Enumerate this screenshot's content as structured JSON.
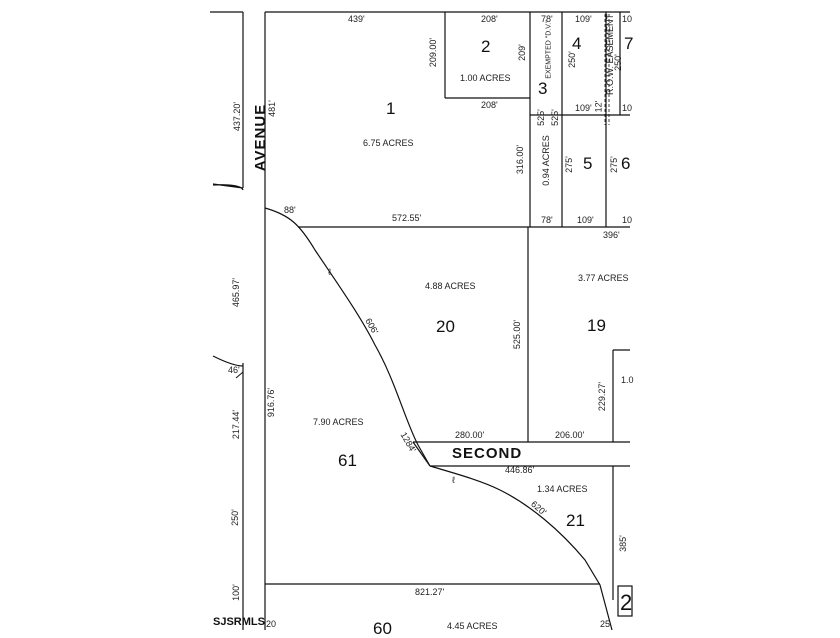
{
  "roads": {
    "avenue": "AVENUE",
    "second": "SECOND"
  },
  "lots": [
    {
      "id": "1",
      "acres": "6.75 ACRES"
    },
    {
      "id": "2",
      "acres": "1.00 ACRES"
    },
    {
      "id": "3",
      "acres": ""
    },
    {
      "id": "4",
      "acres": ""
    },
    {
      "id": "5",
      "acres": "0.94 ACRES"
    },
    {
      "id": "6",
      "acres": ""
    },
    {
      "id": "7",
      "acres": ""
    },
    {
      "id": "19",
      "acres": "3.77 ACRES"
    },
    {
      "id": "20",
      "acres": "4.88 ACRES"
    },
    {
      "id": "21",
      "acres": "1.34 ACRES"
    },
    {
      "id": "61",
      "acres": "7.90 ACRES"
    },
    {
      "id": "60",
      "acres": "4.45 ACRES"
    },
    {
      "id": "2",
      "acres": ""
    }
  ],
  "dimensions": {
    "d439": "439'",
    "d208a": "208'",
    "d78a": "78'",
    "d109a": "109'",
    "d10a": "10",
    "d209a": "209.00'",
    "d209b": "209'",
    "d250a": "250'",
    "d250b": "250'",
    "d208b": "208'",
    "d525a": "525'",
    "d525b": "525'",
    "d109b": "109'",
    "d12": "12'",
    "d10b": "10",
    "d437": "437.20'",
    "d481": "481'",
    "d316": "316.00'",
    "d275a": "275'",
    "d275b": "275'",
    "d88": "88'",
    "d572": "572.55'",
    "d78b": "78'",
    "d109c": "109'",
    "d10c": "10",
    "d396": "396'",
    "d465": "465.97'",
    "d606": "606'",
    "d525c": "525.00'",
    "d46": "46'",
    "d916": "916.76'",
    "d217": "217.44'",
    "d229": "229.27'",
    "d1_0": "1.0",
    "d1284": "1284'",
    "d280": "280.00'",
    "d206": "206.00'",
    "d446": "446.86'",
    "d620": "620'",
    "d250c": "250'",
    "d385": "385'",
    "d100": "100'",
    "d821": "821.27'",
    "d20a": "20",
    "d25": "25"
  },
  "annotations": {
    "exempted": "EXEMPTED \"D.V.\"",
    "row": "R.O.W. EASEMENT",
    "cl": "ℓ"
  },
  "watermark": "SJSRMLS"
}
